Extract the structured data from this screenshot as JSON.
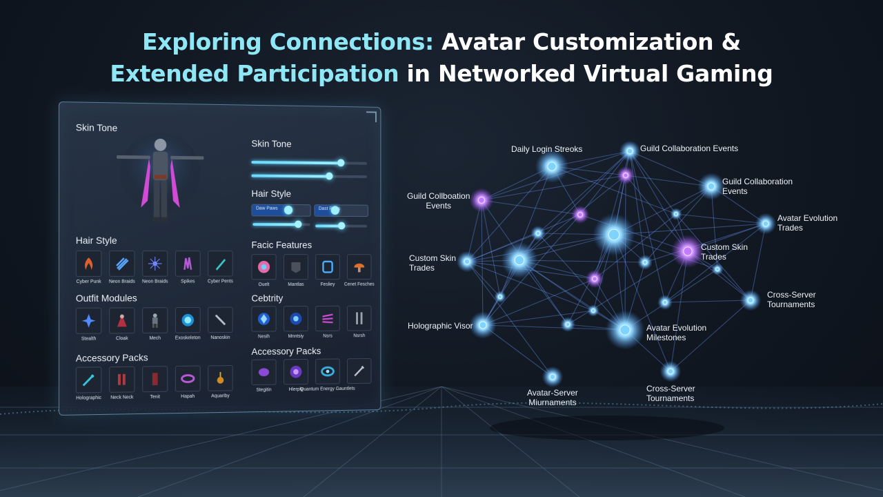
{
  "title": {
    "line1_highlight": "Exploring Connections:",
    "line1_rest": " Avatar Customization &",
    "line2_highlight": "Extended Participation",
    "line2_rest": " in Networked Virtual Gaming"
  },
  "colors": {
    "accent": "#8fe6f5",
    "node": "#7fd4ff",
    "node_purple": "#c07bff",
    "panel_border": "#8cc8eb"
  },
  "panel": {
    "left": {
      "skin_tone_title": "Skin Tone",
      "hair_style_title": "Hair Style",
      "hair_styles": [
        {
          "label": "Cyber Punk",
          "icon": "flame-hair-icon"
        },
        {
          "label": "Neon Braids",
          "icon": "neon-braids-icon"
        },
        {
          "label": "Neon Braids",
          "icon": "spark-burst-icon"
        },
        {
          "label": "Spikes",
          "icon": "spikes-hair-icon"
        },
        {
          "label": "Cyber Pents",
          "icon": "cyber-blade-icon"
        }
      ],
      "outfit_title": "Outfit Modules",
      "outfits": [
        {
          "label": "Stealth",
          "icon": "star-icon"
        },
        {
          "label": "Cloak",
          "icon": "cloak-icon"
        },
        {
          "label": "Mech",
          "icon": "mech-icon"
        },
        {
          "label": "Exoskeleton",
          "icon": "orb-icon"
        },
        {
          "label": "Nanoskin",
          "icon": "nanoskin-icon"
        }
      ],
      "accessory_title": "Accessory Packs",
      "accessories": [
        {
          "label": "Holographic",
          "icon": "sword-icon"
        },
        {
          "label": "Neck Neck",
          "icon": "boots-icon"
        },
        {
          "label": "Tenit",
          "icon": "scarf-icon"
        },
        {
          "label": "Hapah",
          "icon": "visor-icon"
        },
        {
          "label": "Aquariby",
          "icon": "amulet-icon"
        }
      ]
    },
    "right": {
      "skin_tone_title": "Skin Tone",
      "skin_sliders": [
        0.77,
        0.67
      ],
      "hair_style_title": "Hair Style",
      "toggles": [
        {
          "label": "Daw Paws",
          "value": 0.62
        },
        {
          "label": "Dast Paws",
          "value": 0.38
        }
      ],
      "hair_sliders": [
        0.78,
        0.5
      ],
      "facial_title": "Facic Features",
      "facial": [
        {
          "label": "Ouelt",
          "icon": "iris-icon"
        },
        {
          "label": "Mantlas",
          "icon": "mask-icon"
        },
        {
          "label": "Fesliey",
          "icon": "visor-frame-icon"
        },
        {
          "label": "Cenet Fesches",
          "icon": "mushroom-icon"
        }
      ],
      "cebtrity_title": "Cebtrity",
      "cebtrity": [
        {
          "label": "Nesih",
          "icon": "diamond-orb-icon"
        },
        {
          "label": "Mnntsiy",
          "icon": "blue-orb-icon"
        },
        {
          "label": "Nsrs",
          "icon": "claw-icon"
        },
        {
          "label": "Nsrsh",
          "icon": "blades-icon"
        }
      ],
      "accessory_title": "Accessory Packs",
      "accessories": [
        {
          "label": "Stegitin",
          "icon": "purple-oval-icon"
        },
        {
          "label": "Hlerply",
          "icon": "purple-orb-icon"
        },
        {
          "label": "Quantum Energy Gauntlets",
          "icon": "gauntlet-eye-icon"
        },
        {
          "label": "",
          "icon": "dagger-icon"
        }
      ]
    }
  },
  "network": {
    "labels": {
      "daily_login": "Daily Login Streoks",
      "guild_top": "Guild Collaboration Events",
      "guild_right": [
        "Guild Collaboration",
        "Events"
      ],
      "guild_left": [
        "Guild Collboation",
        "Events"
      ],
      "avatar_evo_right": [
        "Avatar Evolution",
        "Trades"
      ],
      "custom_skin_left": [
        "Custom Skin",
        "Trades"
      ],
      "custom_skin_mid": [
        "Custom Skin",
        "Trades"
      ],
      "cross_server_right": [
        "Cross-Server",
        "Tournaments"
      ],
      "holo_visor": "Holographic Visor",
      "avatar_evo_mid": [
        "Avatar Evolution",
        "Milestones"
      ],
      "avatar_server": [
        "Avatar-Server",
        "Miurnaments"
      ],
      "cross_server_bottom": [
        "Cross-Server",
        "Tournaments"
      ]
    }
  }
}
